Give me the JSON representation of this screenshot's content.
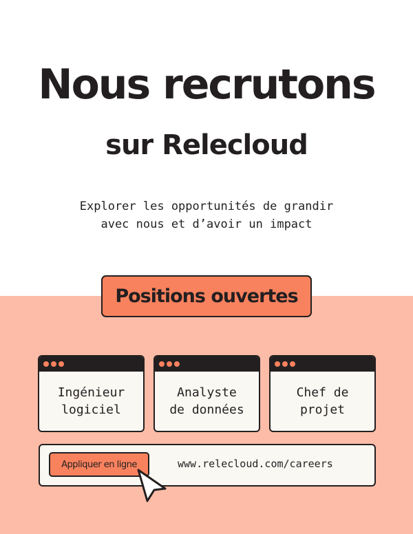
{
  "title": "Nous recrutons",
  "subtitle": "sur Relecloud",
  "description": "Explorer les opportunités de grandir\navec nous et d’avoir un impact",
  "positions_label": "Positions ouvertes",
  "jobs": [
    {
      "title": "Ingénieur\nlogiciel"
    },
    {
      "title": "Analyste\nde données"
    },
    {
      "title": "Chef de\nprojet"
    }
  ],
  "apply_label": "Appliquer en ligne",
  "url": "www.relecloud.com/careers",
  "colors": {
    "accent": "#f9825e",
    "background_pink": "#fcbca7",
    "dark": "#231f20"
  }
}
